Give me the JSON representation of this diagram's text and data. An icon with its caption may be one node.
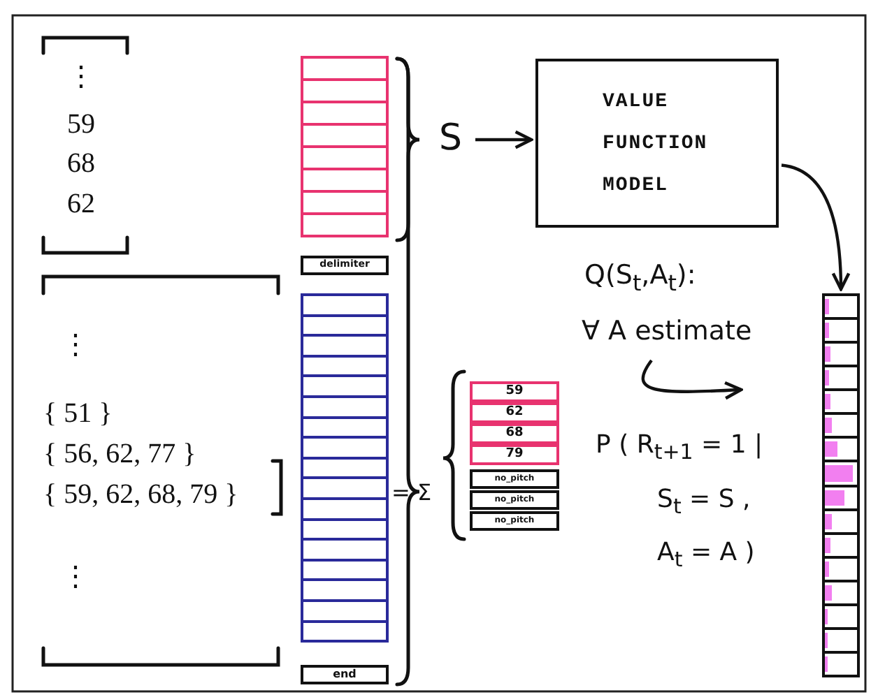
{
  "diagram": {
    "nodes": [
      {
        "text": [],
        "shape": "box"
      },
      {
        "text": [
          "delimiter"
        ]
      },
      {
        "text": [],
        "shape": "box"
      },
      {
        "text": [
          "end"
        ]
      },
      {
        "text": [
          "S"
        ]
      },
      {
        "text": [
          "VALUE FUNCTION MODEL"
        ]
      },
      {
        "text": [],
        "shape": "box"
      },
      {
        "text": [
          "∀ A estimate"
        ]
      },
      {
        "text": [
          "59"
        ]
      },
      {
        "text": [
          "62"
        ]
      },
      {
        "text": [
          "68"
        ]
      },
      {
        "text": [
          "79"
        ]
      },
      {
        "text": [
          "no_pitch"
        ]
      },
      {
        "text": [
          "no_pitch"
        ]
      },
      {
        "text": [
          "no_pitch"
        ]
      }
    ],
    "edges": [
      {
        "from": 4,
        "to": 5,
        "arrow": "to"
      },
      {
        "from": 5,
        "to": 6,
        "arrow": "to"
      },
      {
        "from": 7,
        "to": null,
        "arrow": "to"
      }
    ],
    "labels": [
      "⋮",
      "59",
      "68",
      "62",
      "⋮",
      "{ 51 }",
      "{ 56, 62, 77 }",
      "{ 59, 62, 68, 79 }",
      "⋮",
      "= Σ",
      "Q(S$_{t}$,A$_{t}$):",
      "P ( R$_{t+1}$ = 1 | S$_{t}$ = S , A$_{t}$ = A )"
    ]
  }
}
